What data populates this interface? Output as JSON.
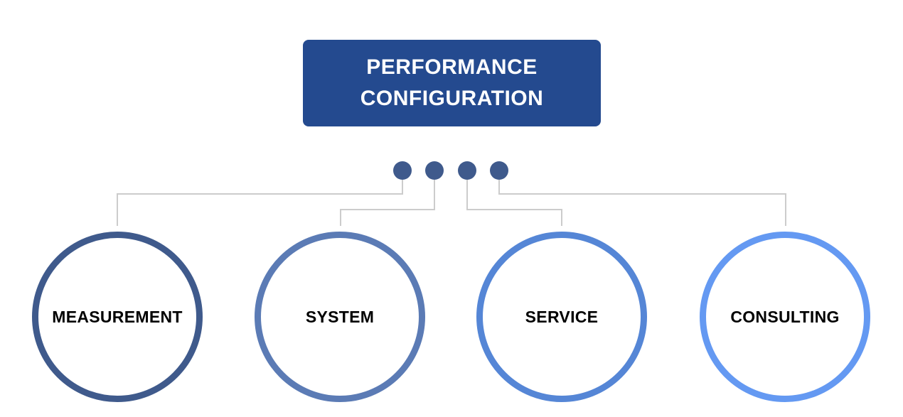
{
  "title": {
    "line1": "PERFORMANCE",
    "line2": "CONFIGURATION"
  },
  "nodes": [
    {
      "label": "MEASUREMENT",
      "ring_color": "#3f5a8c"
    },
    {
      "label": "SYSTEM",
      "ring_color": "#5b7bb5"
    },
    {
      "label": "SERVICE",
      "ring_color": "#5586d6"
    },
    {
      "label": "CONSULTING",
      "ring_color": "#6499f2"
    }
  ],
  "colors": {
    "title_box": "#244a8f",
    "dots": "#3f5a8c",
    "connector": "#cccccc"
  }
}
